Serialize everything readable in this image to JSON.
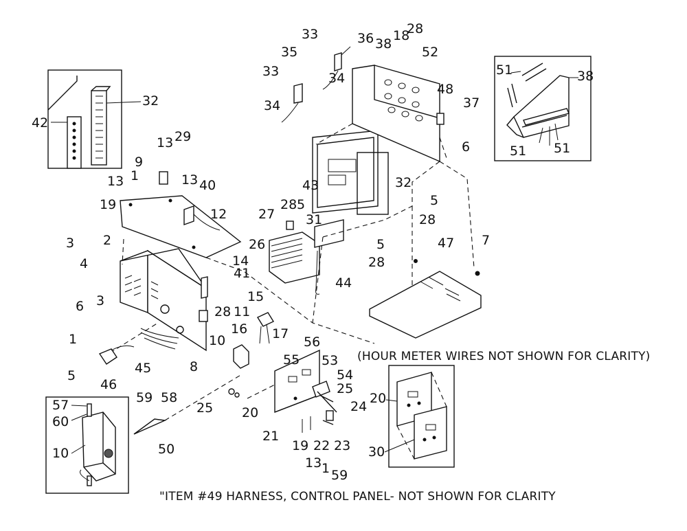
{
  "callouts": [
    "1",
    "2",
    "3",
    "4",
    "5",
    "6",
    "7",
    "8",
    "9",
    "10",
    "11",
    "12",
    "13",
    "14",
    "15",
    "16",
    "17",
    "18",
    "19",
    "20",
    "21",
    "22",
    "23",
    "24",
    "25",
    "26",
    "27",
    "28",
    "29",
    "30",
    "31",
    "32",
    "33",
    "34",
    "35",
    "36",
    "37",
    "38",
    "40",
    "41",
    "42",
    "43",
    "44",
    "45",
    "46",
    "47",
    "48",
    "50",
    "51",
    "52",
    "53",
    "54",
    "55",
    "56",
    "57",
    "58",
    "59",
    "60"
  ],
  "notes": {
    "hour_meter": "(HOUR METER WIRES NOT SHOWN FOR CLARITY)",
    "harness": "\"ITEM #49 HARNESS, CONTROL PANEL- NOT SHOWN FOR CLARITY"
  },
  "inset_labels": {
    "top_left": {
      "a": "32",
      "b": "42"
    },
    "top_right": {
      "a": "38",
      "b": "51",
      "c": "51",
      "d": "51"
    },
    "bottom_left": {
      "a": "57",
      "b": "60",
      "c": "10"
    },
    "bottom_right": {
      "a": "20",
      "b": "30"
    }
  }
}
